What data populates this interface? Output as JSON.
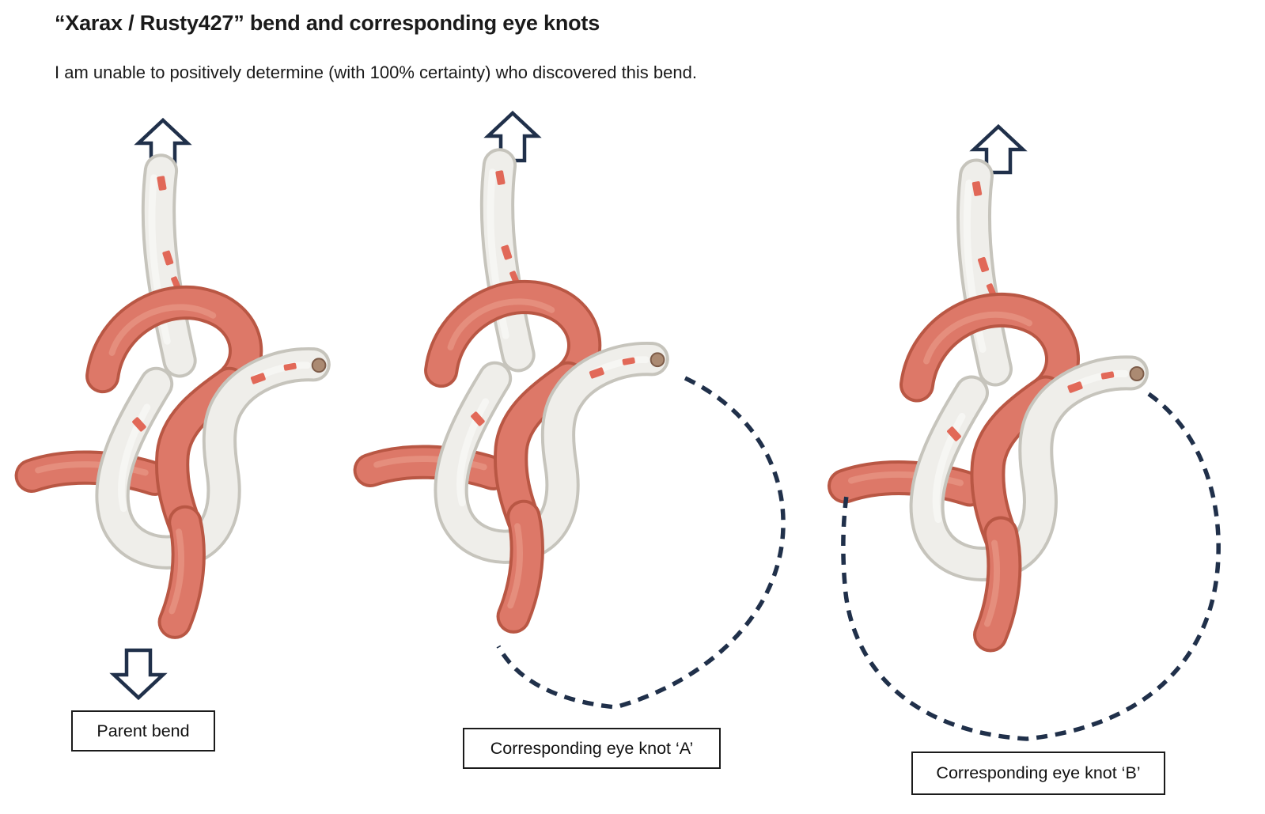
{
  "page": {
    "title": "“Xarax / Rusty427” bend and corresponding eye knots",
    "subtitle": "I am unable to positively determine (with 100% certainty) who discovered this bend."
  },
  "figures": [
    {
      "id": "parent-bend",
      "label": "Parent bend",
      "arrows": [
        "up",
        "down"
      ],
      "annotation": "none"
    },
    {
      "id": "eye-knot-a",
      "label": "Corresponding eye knot ‘A’",
      "arrows": [
        "up"
      ],
      "annotation": "small dashed eye loop"
    },
    {
      "id": "eye-knot-b",
      "label": "Corresponding eye knot ‘B’",
      "arrows": [
        "up"
      ],
      "annotation": "large dashed eye loop"
    }
  ],
  "icons": {
    "up_arrow": "block-arrow-up-outline",
    "down_arrow": "block-arrow-down-outline"
  },
  "colors": {
    "navy": "#20304a",
    "rope_red": "#dd7868",
    "rope_red_edge": "#b95744",
    "rope_white": "#efeeea",
    "rope_white_edge": "#c6c4bc",
    "fleck": "#df5c4b",
    "core": "#ab8a72",
    "text_color": "#1a1a1a",
    "bg": "#ffffff"
  }
}
